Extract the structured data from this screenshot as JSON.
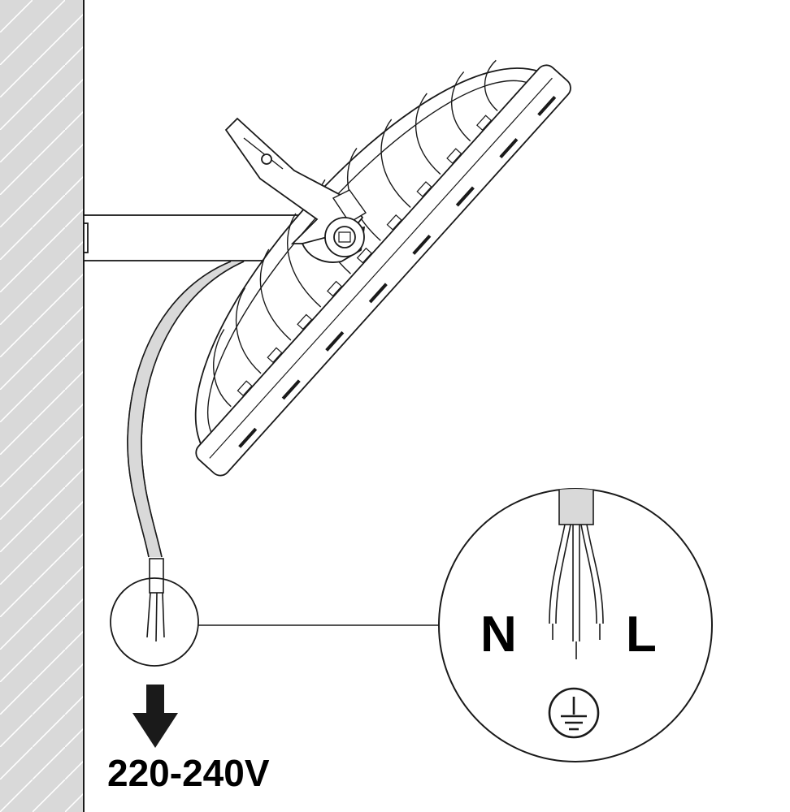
{
  "labels": {
    "voltage": "220-240V",
    "neutral": "N",
    "live": "L"
  },
  "icons": {
    "earth": "earth-ground-icon",
    "arrow": "arrow-down-icon"
  },
  "colors": {
    "ink": "#1a1a1a",
    "wall_fill": "#d9d9d9",
    "background": "#ffffff"
  }
}
